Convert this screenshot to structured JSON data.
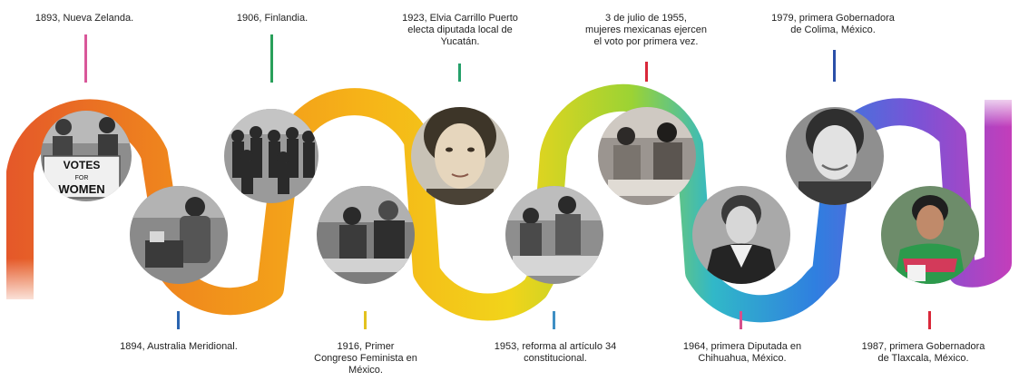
{
  "events": [
    {
      "id": "nz",
      "text": "1893, Nueva Zelanda.",
      "tick_color": "#d9579a",
      "photo": "votes-for-women-protest-photo"
    },
    {
      "id": "au",
      "text": "1894, Australia Meridional.",
      "tick_color": "#2a64b0",
      "photo": "woman-casting-ballot-photo"
    },
    {
      "id": "fi",
      "text": "1906, Finlandia.",
      "tick_color": "#29a05a",
      "photo": "finnish-women-group-photo"
    },
    {
      "id": "cf",
      "text": "1916, Primer\nCongreso Feminista en\nMéxico.",
      "tick_color": "#e3c21f",
      "photo": "congress-meeting-photo"
    },
    {
      "id": "ecp",
      "text": "1923, Elvia Carrillo Puerto\nelecta diputada local de\nYucatán.",
      "tick_color": "#25a06a",
      "photo": "elvia-carrillo-portrait-photo"
    },
    {
      "id": "ref",
      "text": "1953, reforma al artículo 34\nconstitucional.",
      "tick_color": "#3f8fc4",
      "photo": "women-signing-documents-photo"
    },
    {
      "id": "vote55",
      "text": "3 de julio de 1955,\nmujeres mexicanas ejercen\nel voto por primera vez.",
      "tick_color": "#d9283a",
      "photo": "women-voting-1955-photo"
    },
    {
      "id": "chih",
      "text": "1964, primera Diputada en\nChihuahua, México.",
      "tick_color": "#d6508c",
      "photo": "chihuahua-deputy-portrait-photo"
    },
    {
      "id": "colima",
      "text": "1979, primera Gobernadora\nde Colima, México.",
      "tick_color": "#2a4fa8",
      "photo": "colima-governor-portrait-photo"
    },
    {
      "id": "tlaxcala",
      "text": "1987, primera Gobernadora\nde Tlaxcala, México.",
      "tick_color": "#d9283a",
      "photo": "tlaxcala-governor-portrait-photo"
    }
  ],
  "sign_text": [
    "VOTES",
    "FOR",
    "WOMEN"
  ],
  "ribbon_colors": [
    "#e4562a",
    "#f08a1c",
    "#f6b418",
    "#f1d41a",
    "#9bd334",
    "#31b8c8",
    "#2f7fe0",
    "#7a53d6",
    "#c93cb8"
  ]
}
